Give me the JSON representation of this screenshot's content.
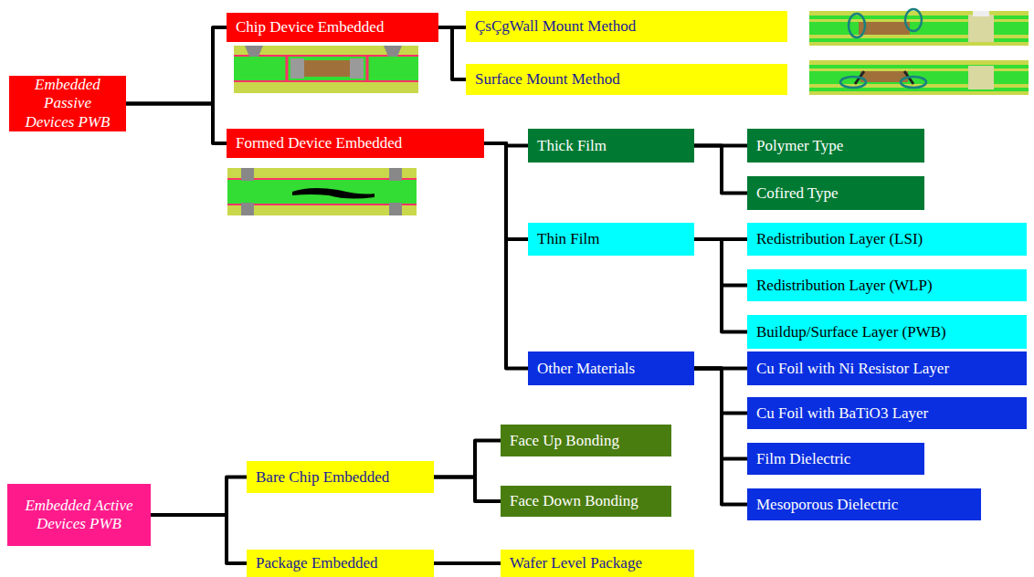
{
  "diagram": {
    "nodes": [
      {
        "text": [
          "Embedded Passive Devices PWB"
        ]
      },
      {
        "text": [
          "Chip Device Embedded"
        ]
      },
      {
        "text": [
          "ÇsÇgWall Mount Method"
        ]
      },
      {
        "text": [
          "Surface Mount Method"
        ]
      },
      {
        "text": [
          "Formed Device Embedded"
        ]
      },
      {
        "text": [
          "Thick Film"
        ]
      },
      {
        "text": [
          "Polymer Type"
        ]
      },
      {
        "text": [
          "Cofired Type"
        ]
      },
      {
        "text": [
          "Thin Film"
        ]
      },
      {
        "text": [
          "Redistribution Layer (LSI)"
        ]
      },
      {
        "text": [
          "Redistribution Layer (WLP)"
        ]
      },
      {
        "text": [
          "Buildup/Surface Layer (PWB)"
        ]
      },
      {
        "text": [
          "Other Materials"
        ]
      },
      {
        "text": [
          "Cu Foil with Ni Resistor Layer"
        ]
      },
      {
        "text": [
          "Cu Foil with BaTiO3 Layer"
        ]
      },
      {
        "text": [
          "Film Dielectric"
        ]
      },
      {
        "text": [
          "Mesoporous Dielectric"
        ]
      },
      {
        "text": [
          "Embedded Active Devices PWB"
        ]
      },
      {
        "text": [
          "Bare Chip Embedded"
        ]
      },
      {
        "text": [
          "Face Up Bonding"
        ]
      },
      {
        "text": [
          "Face Down Bonding"
        ]
      },
      {
        "text": [
          "Package Embedded"
        ]
      },
      {
        "text": [
          "Wafer Level Package"
        ]
      }
    ],
    "edges": [
      {
        "from": 0,
        "to": 1,
        "arrow": "none"
      },
      {
        "from": 0,
        "to": 4,
        "arrow": "none"
      },
      {
        "from": 1,
        "to": 2,
        "arrow": "none"
      },
      {
        "from": 1,
        "to": 3,
        "arrow": "none"
      },
      {
        "from": 4,
        "to": 5,
        "arrow": "none"
      },
      {
        "from": 4,
        "to": 8,
        "arrow": "none"
      },
      {
        "from": 4,
        "to": 12,
        "arrow": "none"
      },
      {
        "from": 5,
        "to": 6,
        "arrow": "none"
      },
      {
        "from": 5,
        "to": 7,
        "arrow": "none"
      },
      {
        "from": 8,
        "to": 9,
        "arrow": "none"
      },
      {
        "from": 8,
        "to": 10,
        "arrow": "none"
      },
      {
        "from": 8,
        "to": 11,
        "arrow": "none"
      },
      {
        "from": 12,
        "to": 13,
        "arrow": "none"
      },
      {
        "from": 12,
        "to": 14,
        "arrow": "none"
      },
      {
        "from": 12,
        "to": 15,
        "arrow": "none"
      },
      {
        "from": 12,
        "to": 16,
        "arrow": "none"
      },
      {
        "from": 17,
        "to": 18,
        "arrow": "none"
      },
      {
        "from": 17,
        "to": 21,
        "arrow": "none"
      },
      {
        "from": 18,
        "to": 19,
        "arrow": "none"
      },
      {
        "from": 18,
        "to": 20,
        "arrow": "none"
      },
      {
        "from": 21,
        "to": 22,
        "arrow": "none"
      }
    ]
  }
}
